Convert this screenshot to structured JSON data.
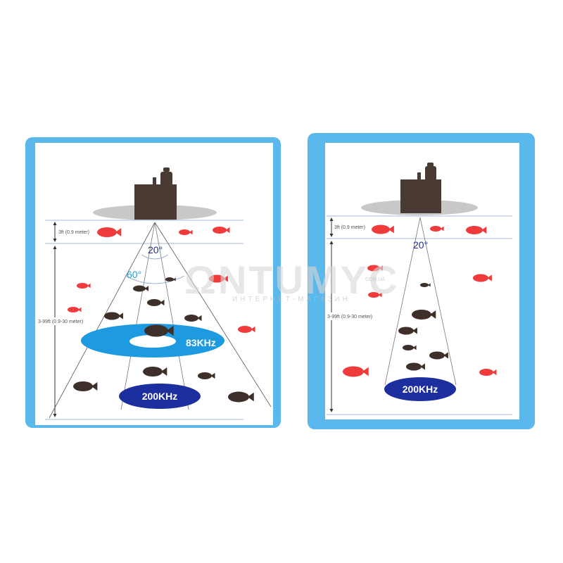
{
  "colors": {
    "frame": "#5bb8ec",
    "fish_red": "#ef3b3b",
    "fish_dark": "#3f2f2a",
    "ring_83": "#1e9be0",
    "ellipse_200": "#1d2f9f",
    "angle_60": "#1e9be0",
    "angle_20": "#24307e",
    "device": "#4a3a34",
    "device_base": "#c8c8c8"
  },
  "panels": {
    "left": {
      "depth_shallow": "3ft (0.9 meter)",
      "depth_range": "3-99ft (0.9-30 meter)",
      "angle_narrow": "20°",
      "angle_wide": "60°",
      "freq_low": "83KHz",
      "freq_high": "200KHz"
    },
    "right": {
      "depth_shallow": "3ft (0.9 meter)",
      "depth_range": "3-99ft (0.9-30 meter)",
      "angle_narrow": "20°",
      "freq_high": "200KHz"
    }
  },
  "watermark": {
    "main": "ΩNTUMYC",
    "sub": "ИНТЕРНЕТ-МАГАЗИН",
    "domain": "COM.UA"
  }
}
